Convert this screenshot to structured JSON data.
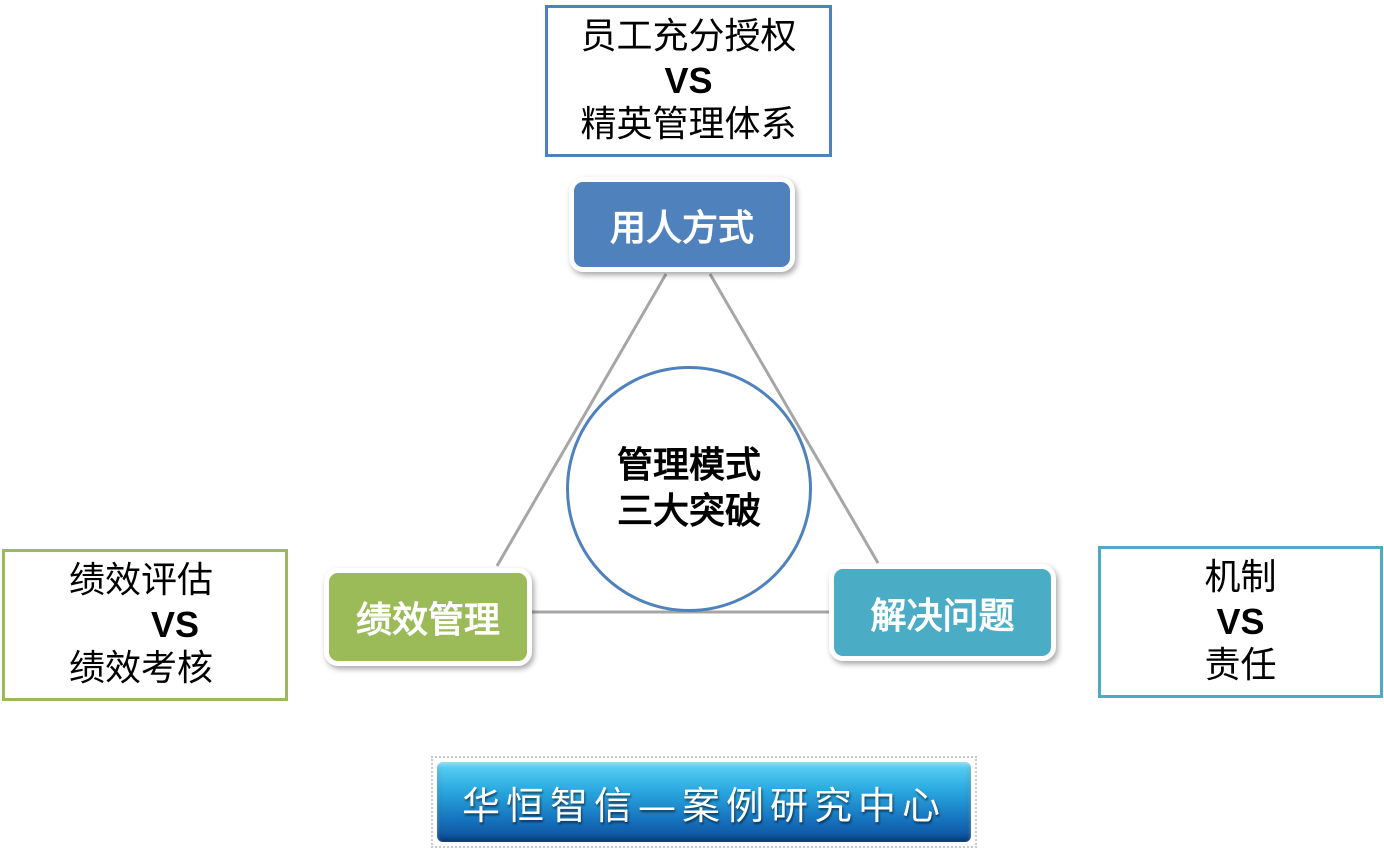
{
  "top_box": {
    "line1": "员工充分授权",
    "vs": "VS",
    "line2": "精英管理体系"
  },
  "left_box": {
    "line1": "绩效评估",
    "vs": "VS",
    "line2": "绩效考核"
  },
  "right_box": {
    "line1": "机制",
    "vs": "VS",
    "line2": "责任"
  },
  "nodes": {
    "top": "用人方式",
    "left": "绩效管理",
    "right": "解决问题"
  },
  "center": {
    "line1": "管理模式",
    "line2": "三大突破"
  },
  "footer": {
    "text": "华恒智信—案例研究中心"
  },
  "colors": {
    "blue": "#4f81bd",
    "green": "#9bbb59",
    "teal": "#4bacc6",
    "connector": "#a6a6a6"
  }
}
